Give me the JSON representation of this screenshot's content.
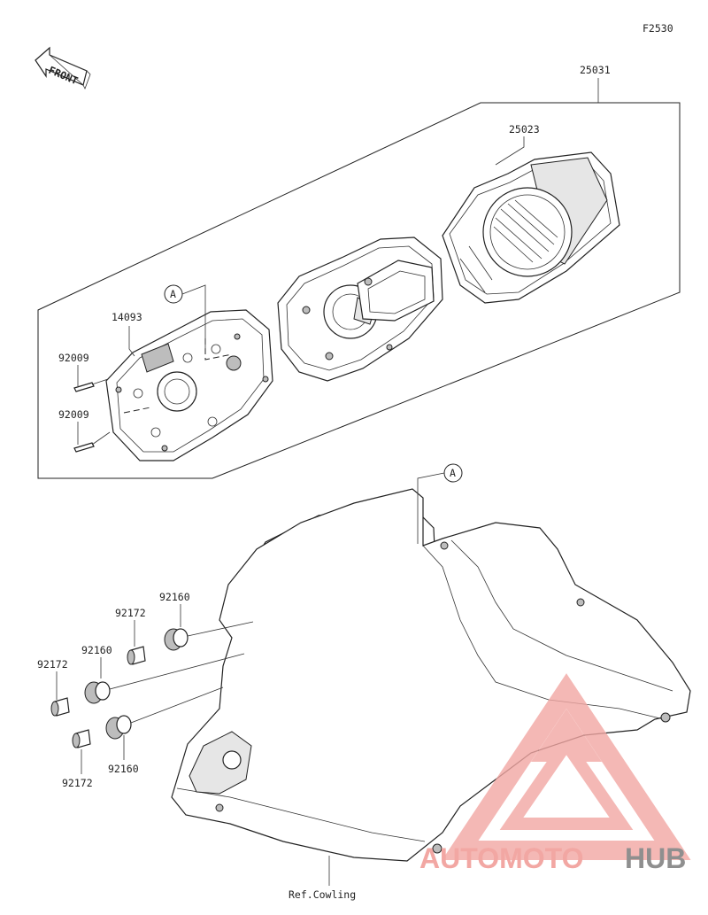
{
  "figure_code": "F2530",
  "front_label": "FRONT",
  "reference_label": "A",
  "parts": {
    "meter_assy": "25031",
    "lens_case": "25023",
    "meter_case_lower": "14093",
    "screw_upper": "92009",
    "screw_lower": "92009",
    "grommet_1": "92160",
    "grommet_2": "92160",
    "grommet_3": "92160",
    "collar_1": "92172",
    "collar_2": "92172",
    "collar_3": "92172"
  },
  "ref_cowling": "Ref.Cowling",
  "watermark": {
    "part_a": "AUTOMOTO",
    "part_b": "HUB",
    "color_a": "#f2a7a3",
    "color_b": "#8f8f8f"
  }
}
